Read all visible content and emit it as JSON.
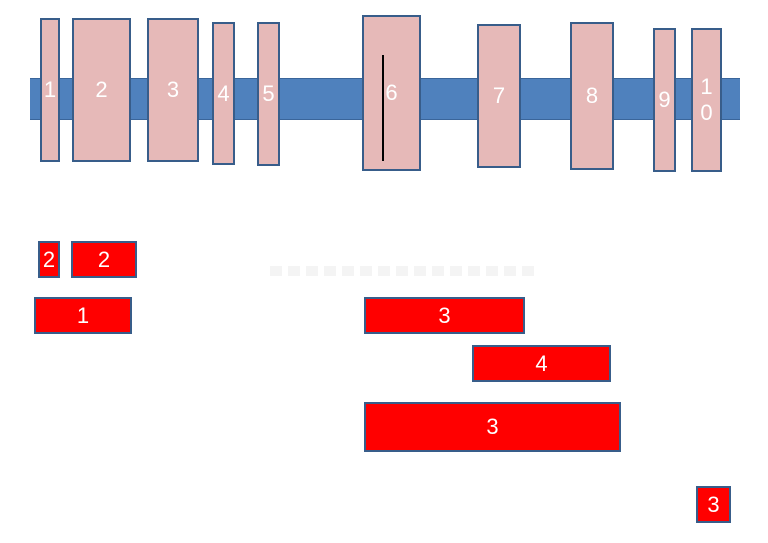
{
  "exons": [
    {
      "label": "1"
    },
    {
      "label": "2"
    },
    {
      "label": "3"
    },
    {
      "label": "4"
    },
    {
      "label": "5"
    },
    {
      "label": "6"
    },
    {
      "label": "7"
    },
    {
      "label": "8"
    },
    {
      "label": "9"
    },
    {
      "label_top": "1",
      "label_bottom": "0"
    }
  ],
  "segments": [
    {
      "label": "2"
    },
    {
      "label": "2"
    },
    {
      "label": "1"
    },
    {
      "label": "3"
    },
    {
      "label": "4"
    },
    {
      "label": "3"
    },
    {
      "label": "3"
    }
  ],
  "colors": {
    "bar": "#4f81bd",
    "exon_fill": "#e6b9b8",
    "segment_fill": "#ff0000",
    "outline": "#385d8a",
    "label": "#ffffff"
  }
}
